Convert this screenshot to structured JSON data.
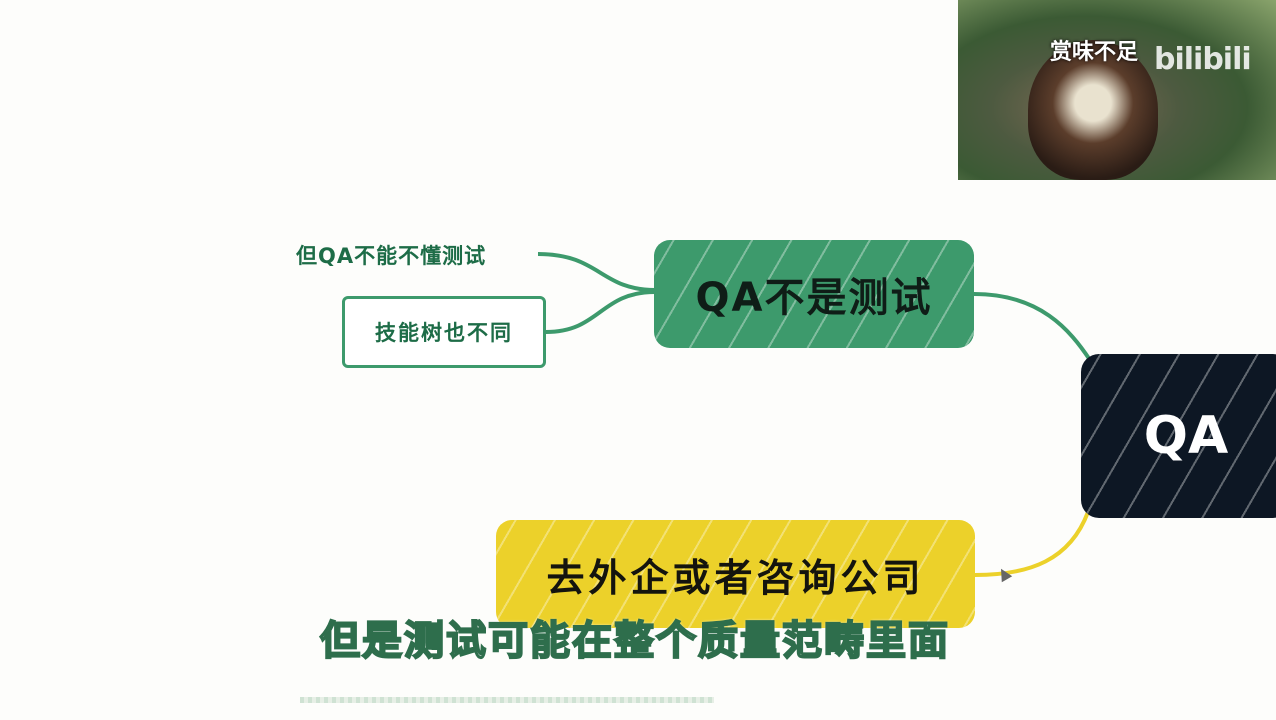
{
  "mindmap": {
    "root": "QA",
    "qa_not_test": "QA不是测试",
    "leaf_text": "但QA不能不懂测试",
    "leaf_box": "技能树也不同",
    "yellow_node": "去外企或者咨询公司"
  },
  "video": {
    "subtitle": "但是测试可能在整个质量范畴里面",
    "overlay_caption": "赏味不足",
    "overlay_logo": "bilibili"
  },
  "colors": {
    "green": "#3d9a6c",
    "dark": "#0d1724",
    "yellow": "#ecd12a"
  }
}
